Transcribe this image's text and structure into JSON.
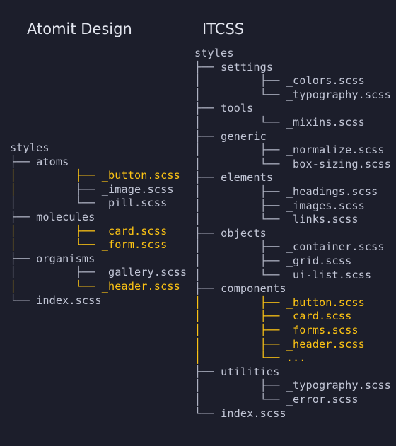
{
  "diagrams": [
    {
      "id": "atomit",
      "title": "Atomit Design",
      "lines": [
        {
          "g": [
            {
              "t": "",
              "h": false
            }
          ],
          "text": "styles",
          "hl": false
        },
        {
          "g": [
            {
              "t": "├── ",
              "h": false
            }
          ],
          "text": "atoms",
          "hl": false
        },
        {
          "g": [
            {
              "t": "│         ",
              "h": true
            },
            {
              "t": "├── ",
              "h": true
            }
          ],
          "text": "_button.scss",
          "hl": true
        },
        {
          "g": [
            {
              "t": "│         ",
              "h": true
            },
            {
              "t": "├── ",
              "h": false
            }
          ],
          "text": "_image.scss",
          "hl": false
        },
        {
          "g": [
            {
              "t": "│         ",
              "h": false
            },
            {
              "t": "└── ",
              "h": false
            }
          ],
          "text": "_pill.scss",
          "hl": false
        },
        {
          "g": [
            {
              "t": "├── ",
              "h": false
            }
          ],
          "text": "molecules",
          "hl": false
        },
        {
          "g": [
            {
              "t": "│         ",
              "h": true
            },
            {
              "t": "├── ",
              "h": true
            }
          ],
          "text": "_card.scss",
          "hl": true
        },
        {
          "g": [
            {
              "t": "│         ",
              "h": true
            },
            {
              "t": "└── ",
              "h": true
            }
          ],
          "text": "_form.scss",
          "hl": true
        },
        {
          "g": [
            {
              "t": "├── ",
              "h": false
            }
          ],
          "text": "organisms",
          "hl": false
        },
        {
          "g": [
            {
              "t": "│         ",
              "h": false
            },
            {
              "t": "├── ",
              "h": false
            }
          ],
          "text": "_gallery.scss",
          "hl": false
        },
        {
          "g": [
            {
              "t": "│         ",
              "h": true
            },
            {
              "t": "└── ",
              "h": true
            }
          ],
          "text": "_header.scss",
          "hl": true
        },
        {
          "g": [
            {
              "t": "└── ",
              "h": false
            }
          ],
          "text": "index.scss",
          "hl": false
        }
      ]
    },
    {
      "id": "itcss",
      "title": "ITCSS",
      "lines": [
        {
          "g": [
            {
              "t": "",
              "h": false
            }
          ],
          "text": "styles",
          "hl": false
        },
        {
          "g": [
            {
              "t": "├── ",
              "h": false
            }
          ],
          "text": "settings",
          "hl": false
        },
        {
          "g": [
            {
              "t": "│         ",
              "h": false
            },
            {
              "t": "├── ",
              "h": false
            }
          ],
          "text": "_colors.scss",
          "hl": false
        },
        {
          "g": [
            {
              "t": "│         ",
              "h": false
            },
            {
              "t": "└── ",
              "h": false
            }
          ],
          "text": "_typography.scss",
          "hl": false
        },
        {
          "g": [
            {
              "t": "├── ",
              "h": false
            }
          ],
          "text": "tools",
          "hl": false
        },
        {
          "g": [
            {
              "t": "│         ",
              "h": false
            },
            {
              "t": "└── ",
              "h": false
            }
          ],
          "text": "_mixins.scss",
          "hl": false
        },
        {
          "g": [
            {
              "t": "├── ",
              "h": false
            }
          ],
          "text": "generic",
          "hl": false
        },
        {
          "g": [
            {
              "t": "│         ",
              "h": false
            },
            {
              "t": "├── ",
              "h": false
            }
          ],
          "text": "_normalize.scss",
          "hl": false
        },
        {
          "g": [
            {
              "t": "│         ",
              "h": false
            },
            {
              "t": "└── ",
              "h": false
            }
          ],
          "text": "_box-sizing.scss",
          "hl": false
        },
        {
          "g": [
            {
              "t": "├── ",
              "h": false
            }
          ],
          "text": "elements",
          "hl": false
        },
        {
          "g": [
            {
              "t": "│         ",
              "h": false
            },
            {
              "t": "├── ",
              "h": false
            }
          ],
          "text": "_headings.scss",
          "hl": false
        },
        {
          "g": [
            {
              "t": "│         ",
              "h": false
            },
            {
              "t": "├── ",
              "h": false
            }
          ],
          "text": "_images.scss",
          "hl": false
        },
        {
          "g": [
            {
              "t": "│         ",
              "h": false
            },
            {
              "t": "└── ",
              "h": false
            }
          ],
          "text": "_links.scss",
          "hl": false
        },
        {
          "g": [
            {
              "t": "├── ",
              "h": false
            }
          ],
          "text": "objects",
          "hl": false
        },
        {
          "g": [
            {
              "t": "│         ",
              "h": false
            },
            {
              "t": "├── ",
              "h": false
            }
          ],
          "text": "_container.scss",
          "hl": false
        },
        {
          "g": [
            {
              "t": "│         ",
              "h": false
            },
            {
              "t": "├── ",
              "h": false
            }
          ],
          "text": "_grid.scss",
          "hl": false
        },
        {
          "g": [
            {
              "t": "│         ",
              "h": false
            },
            {
              "t": "└── ",
              "h": false
            }
          ],
          "text": "_ui-list.scss",
          "hl": false
        },
        {
          "g": [
            {
              "t": "├── ",
              "h": false
            }
          ],
          "text": "components",
          "hl": false
        },
        {
          "g": [
            {
              "t": "│         ",
              "h": true
            },
            {
              "t": "├── ",
              "h": true
            }
          ],
          "text": "_button.scss",
          "hl": true
        },
        {
          "g": [
            {
              "t": "│         ",
              "h": true
            },
            {
              "t": "├── ",
              "h": true
            }
          ],
          "text": "_card.scss",
          "hl": true
        },
        {
          "g": [
            {
              "t": "│         ",
              "h": true
            },
            {
              "t": "├── ",
              "h": true
            }
          ],
          "text": "_forms.scss",
          "hl": true
        },
        {
          "g": [
            {
              "t": "│         ",
              "h": true
            },
            {
              "t": "├── ",
              "h": true
            }
          ],
          "text": "_header.scss",
          "hl": true
        },
        {
          "g": [
            {
              "t": "│         ",
              "h": true
            },
            {
              "t": "└── ",
              "h": true
            }
          ],
          "text": "...",
          "hl": true
        },
        {
          "g": [
            {
              "t": "├── ",
              "h": false
            }
          ],
          "text": "utilities",
          "hl": false
        },
        {
          "g": [
            {
              "t": "│         ",
              "h": false
            },
            {
              "t": "├── ",
              "h": false
            }
          ],
          "text": "_typography.scss",
          "hl": false
        },
        {
          "g": [
            {
              "t": "│         ",
              "h": false
            },
            {
              "t": "└── ",
              "h": false
            }
          ],
          "text": "_error.scss",
          "hl": false
        },
        {
          "g": [
            {
              "t": "└── ",
              "h": false
            }
          ],
          "text": "index.scss",
          "hl": false
        }
      ]
    }
  ]
}
